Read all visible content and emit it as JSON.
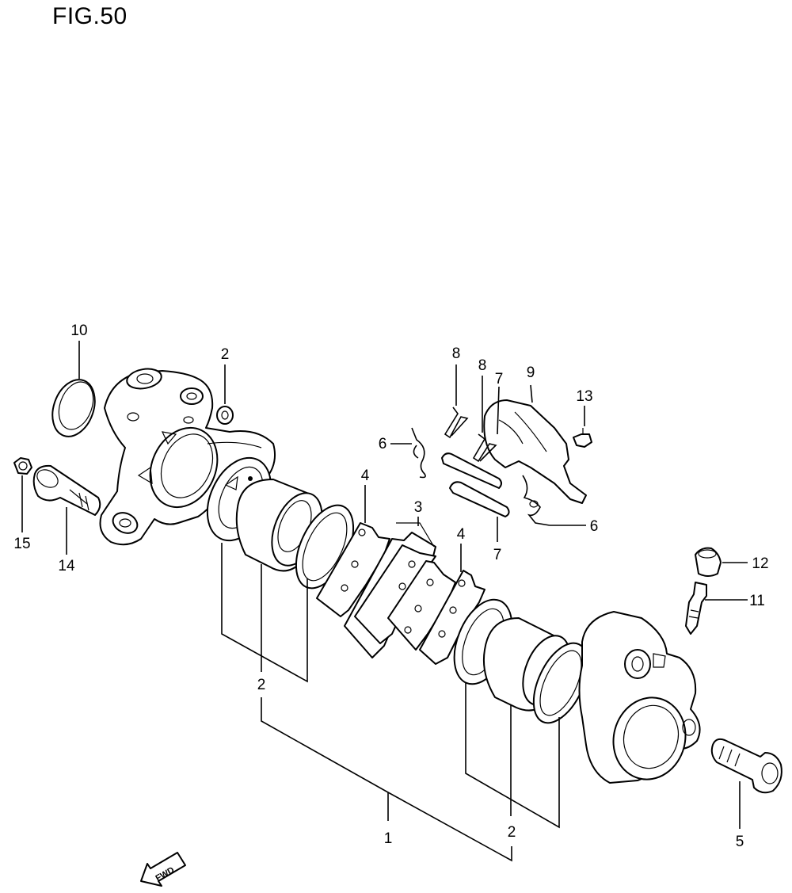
{
  "figure": {
    "title": "FIG.50"
  },
  "callouts": {
    "c1": "1",
    "c2a": "2",
    "c2b": "2",
    "c2c": "2",
    "c3": "3",
    "c4a": "4",
    "c4b": "4",
    "c5": "5",
    "c6a": "6",
    "c6b": "6",
    "c7a": "7",
    "c7b": "7",
    "c8a": "8",
    "c8b": "8",
    "c9": "9",
    "c10": "10",
    "c11": "11",
    "c12": "12",
    "c13": "13",
    "c14": "14",
    "c15": "15"
  },
  "fwd_marker": {
    "label": "FWD",
    "icon": "fwd-arrow-icon"
  }
}
